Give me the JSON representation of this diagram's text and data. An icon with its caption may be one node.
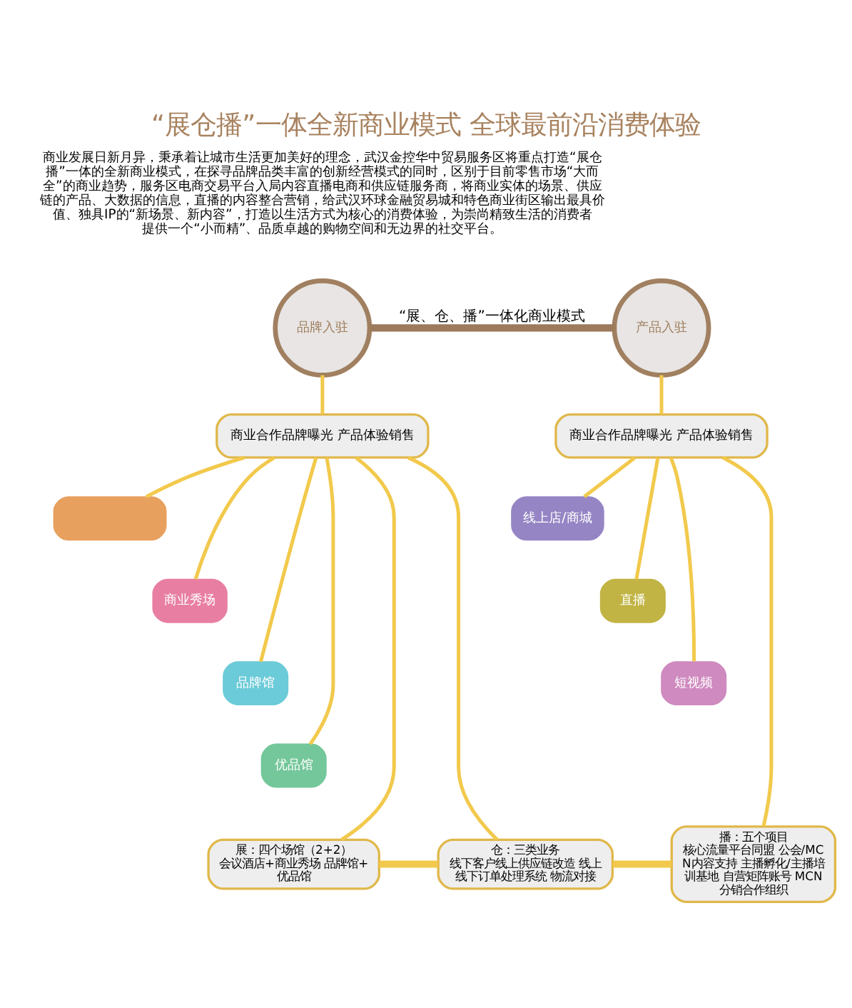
{
  "diagram": {
    "title": "“展仓播”一体全新商业模式 全球最前沿消费体验",
    "nodes": [
      {
        "text": [
          "品牌入驻"
        ]
      },
      {
        "text": [
          "产品入驻"
        ]
      },
      {
        "text": [
          "商业合作品牌曝光 产品体验销售"
        ]
      },
      {
        "text": [
          "商业合作品牌曝光 产品体验销售"
        ]
      },
      {
        "text": [],
        "shape": "box"
      },
      {
        "text": [
          "商业秀场"
        ]
      },
      {
        "text": [
          "品牌馆"
        ]
      },
      {
        "text": [
          "优品馆"
        ]
      },
      {
        "text": [
          "线上店/商城"
        ]
      },
      {
        "text": [
          "直播"
        ]
      },
      {
        "text": [
          "短视频"
        ]
      },
      {
        "text": [
          "展：四个场馆（2+2）",
          "会议酒店+商业秀场 品牌馆+优品馆"
        ]
      },
      {
        "text": [
          "仓：三类业务",
          "线下客户线上供应链改造 线上线下订单处理系统 物流对接"
        ]
      },
      {
        "text": [
          "播：五个项目",
          "核心流量平台同盟 公会/MCN内容支持 主播孵化/主播培训基地 自营矩阵账号 MCN分销合作组织"
        ]
      }
    ],
    "edges": [
      {
        "from": 0,
        "to": 1,
        "arrow": "none",
        "label": "“展、仓、播”一体化商业模式",
        "style": "thick",
        "color": "#9c7a5b"
      },
      {
        "from": 0,
        "to": 2,
        "arrow": "none"
      },
      {
        "from": 1,
        "to": 3,
        "arrow": "none"
      },
      {
        "from": 2,
        "to": 4,
        "arrow": "none"
      },
      {
        "from": 2,
        "to": 5,
        "arrow": "none"
      },
      {
        "from": 2,
        "to": 6,
        "arrow": "none"
      },
      {
        "from": 2,
        "to": 7,
        "arrow": "none"
      },
      {
        "from": 2,
        "to": 11,
        "arrow": "none"
      },
      {
        "from": 2,
        "to": 12,
        "arrow": "none"
      },
      {
        "from": 3,
        "to": 8,
        "arrow": "none"
      },
      {
        "from": 3,
        "to": 9,
        "arrow": "none"
      },
      {
        "from": 3,
        "to": 10,
        "arrow": "none"
      },
      {
        "from": 3,
        "to": 13,
        "arrow": "none"
      },
      {
        "from": 11,
        "to": 12,
        "arrow": "none",
        "style": "thick"
      },
      {
        "from": 12,
        "to": 13,
        "arrow": "none",
        "style": "thick"
      }
    ],
    "labels": [
      "商业发展日新月异，秉承着让城市生活更加美好的理念，武汉金控华中贸易服务区将重点打造“展仓播”一体的全新商业模式，在探寻品牌品类丰富的创新经营模式的同时，区别于目前零售市场“大而全”的商业趋势，服务区电商交易平台入局内容直播电商和供应链服务商，将商业实体的场景、供应链的产品、大数据的信息，直播的内容整合营销，给武汉环球金融贸易城和特色商业街区输出最具价值、独具IP的“新场景、新内容”，打造以生活方式为核心的消费体验，为崇尚精致生活的消费者提供一个“小而精”、品质卓越的购物空间和无边界的社交平台。"
    ]
  }
}
